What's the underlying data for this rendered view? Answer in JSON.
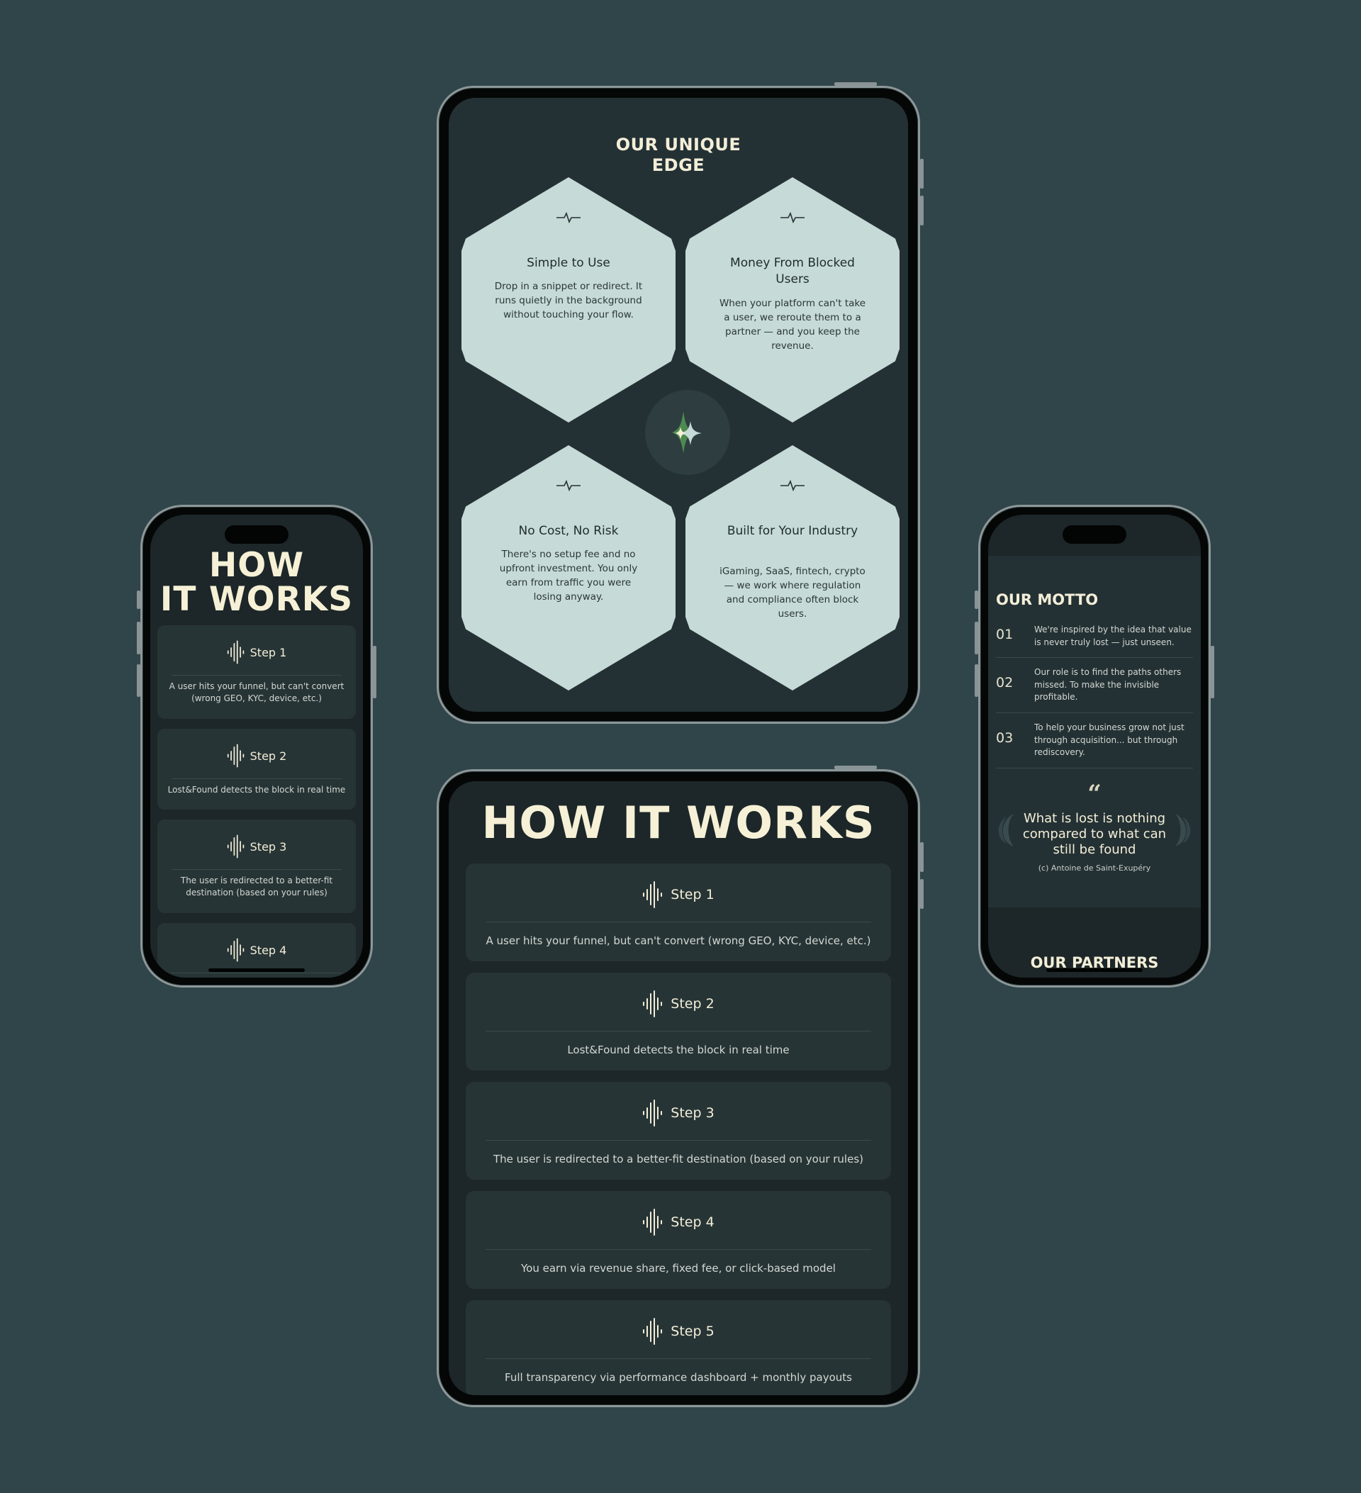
{
  "edge": {
    "title_line1": "OUR UNIQUE",
    "title_line2": "EDGE",
    "cards": [
      {
        "title": "Simple to Use",
        "text": "Drop in a snippet or redirect. It runs quietly in the background without touching your flow."
      },
      {
        "title": "Money From Blocked Users",
        "text": "When your platform can't take a user, we reroute them to a partner — and you keep the revenue."
      },
      {
        "title": "No Cost, No Risk",
        "text": "There's no setup fee and no upfront investment. You only earn from traffic you were losing anyway."
      },
      {
        "title": "Built for Your Industry",
        "text": "iGaming, SaaS, fintech, crypto — we work where regulation and compliance often block users."
      }
    ]
  },
  "how_tablet": {
    "title": "HOW IT WORKS",
    "steps": [
      {
        "label": "Step 1",
        "desc": "A user hits your funnel, but can't convert (wrong GEO, KYC, device, etc.)"
      },
      {
        "label": "Step 2",
        "desc": "Lost&Found detects the block in real time"
      },
      {
        "label": "Step 3",
        "desc": "The user is redirected to a better-fit destination (based on your rules)"
      },
      {
        "label": "Step 4",
        "desc": "You earn via revenue share, fixed fee, or click-based model"
      },
      {
        "label": "Step 5",
        "desc": "Full transparency via performance dashboard + monthly payouts"
      }
    ]
  },
  "how_phone": {
    "title_line1": "HOW",
    "title_line2": "IT WORKS",
    "steps": [
      {
        "label": "Step 1",
        "desc": "A user hits your funnel, but can't convert (wrong GEO, KYC, device, etc.)"
      },
      {
        "label": "Step 2",
        "desc": "Lost&Found detects the block in real time"
      },
      {
        "label": "Step 3",
        "desc": "The user is redirected to a better-fit destination (based on your rules)"
      },
      {
        "label": "Step 4",
        "desc": ""
      }
    ]
  },
  "motto": {
    "title": "OUR MOTTO",
    "items": [
      {
        "num": "01",
        "text": "We're inspired by the idea that value is never truly lost — just unseen."
      },
      {
        "num": "02",
        "text": "Our role is to find the paths others missed. To make the invisible profitable."
      },
      {
        "num": "03",
        "text": "To help your business grow not just through acquisition... but through rediscovery."
      }
    ],
    "quote_mark": "“",
    "quote": "What is lost is nothing compared to what can still be found",
    "author": "(c) Antoine de Saint-Exupéry",
    "partners_title": "OUR PARTNERS"
  },
  "colors": {
    "background": "#304549",
    "screen": "#243134",
    "hex": "#c6dad8",
    "text_light": "#f3eed8"
  },
  "icons": {
    "pulse": "pulse-line-icon",
    "sound": "sound-wave-icon",
    "sparkle": "sparkle-star-icon",
    "wing": "wing-icon"
  }
}
